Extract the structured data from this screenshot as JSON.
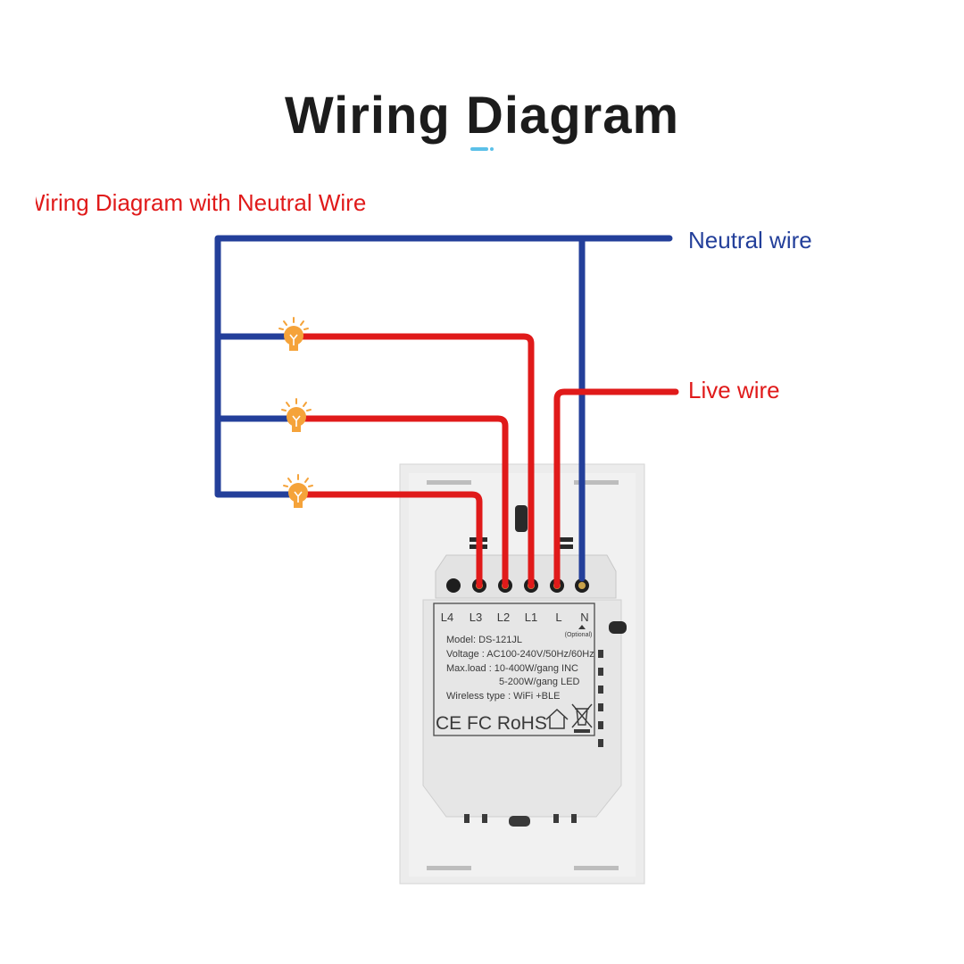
{
  "title": "Wiring Diagram",
  "subtitle": "Wiring Diagram with Neutral Wire",
  "labels": {
    "neutral": "Neutral wire",
    "live": "Live wire"
  },
  "terminals": [
    "L4",
    "L3",
    "L2",
    "L1",
    "L",
    "N"
  ],
  "terminal_note": "(Optional)",
  "specs": {
    "model": "Model: DS-121JL",
    "voltage": "Voltage : AC100-240V/50Hz/60Hz",
    "maxload": "Max.load : 10-400W/gang INC",
    "maxload2": "5-200W/gang LED",
    "wireless": "Wireless type : WiFi +BLE"
  },
  "cert_marks": "CE FC RoHS",
  "colors": {
    "neutral": "#233f9a",
    "live": "#e01a1a",
    "bulb": "#f5a33a"
  },
  "icons": [
    "light-bulb-icon",
    "house-icon",
    "crossed-bin-icon"
  ]
}
